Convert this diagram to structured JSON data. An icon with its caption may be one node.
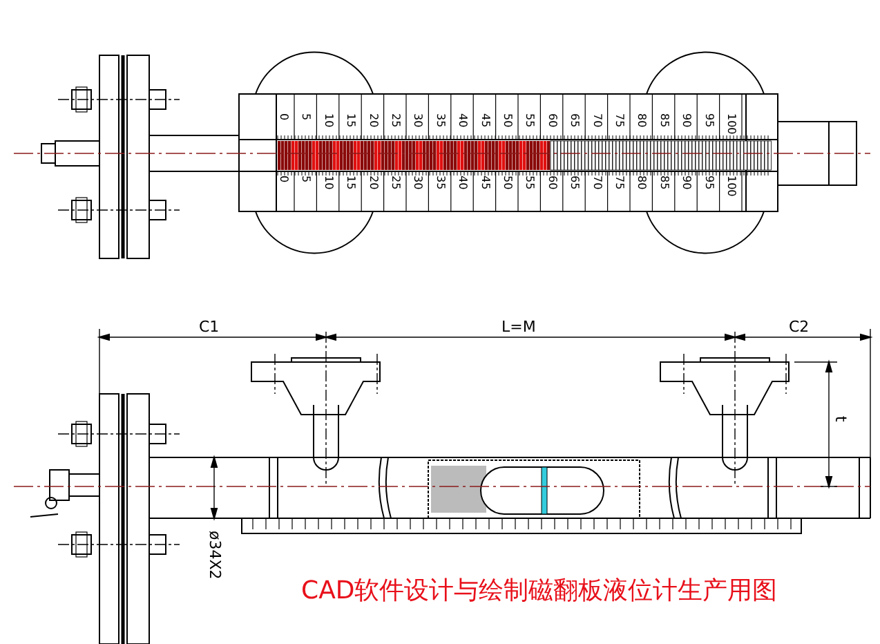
{
  "diagram": {
    "caption": "CAD软件设计与绘制磁翻板液位计生产用图",
    "labels": [
      "0",
      "5",
      "10",
      "15",
      "20",
      "25",
      "30",
      "35",
      "40",
      "45",
      "50",
      "55",
      "60",
      "65",
      "70",
      "75",
      "80",
      "85",
      "90",
      "95",
      "100",
      "0",
      "5",
      "10",
      "15",
      "20",
      "25",
      "30",
      "35",
      "40",
      "45",
      "50",
      "55",
      "60",
      "65",
      "70",
      "75",
      "80",
      "85",
      "90",
      "95",
      "100",
      "C1",
      "L=M",
      "C2",
      "t",
      "ø34X2"
    ]
  }
}
